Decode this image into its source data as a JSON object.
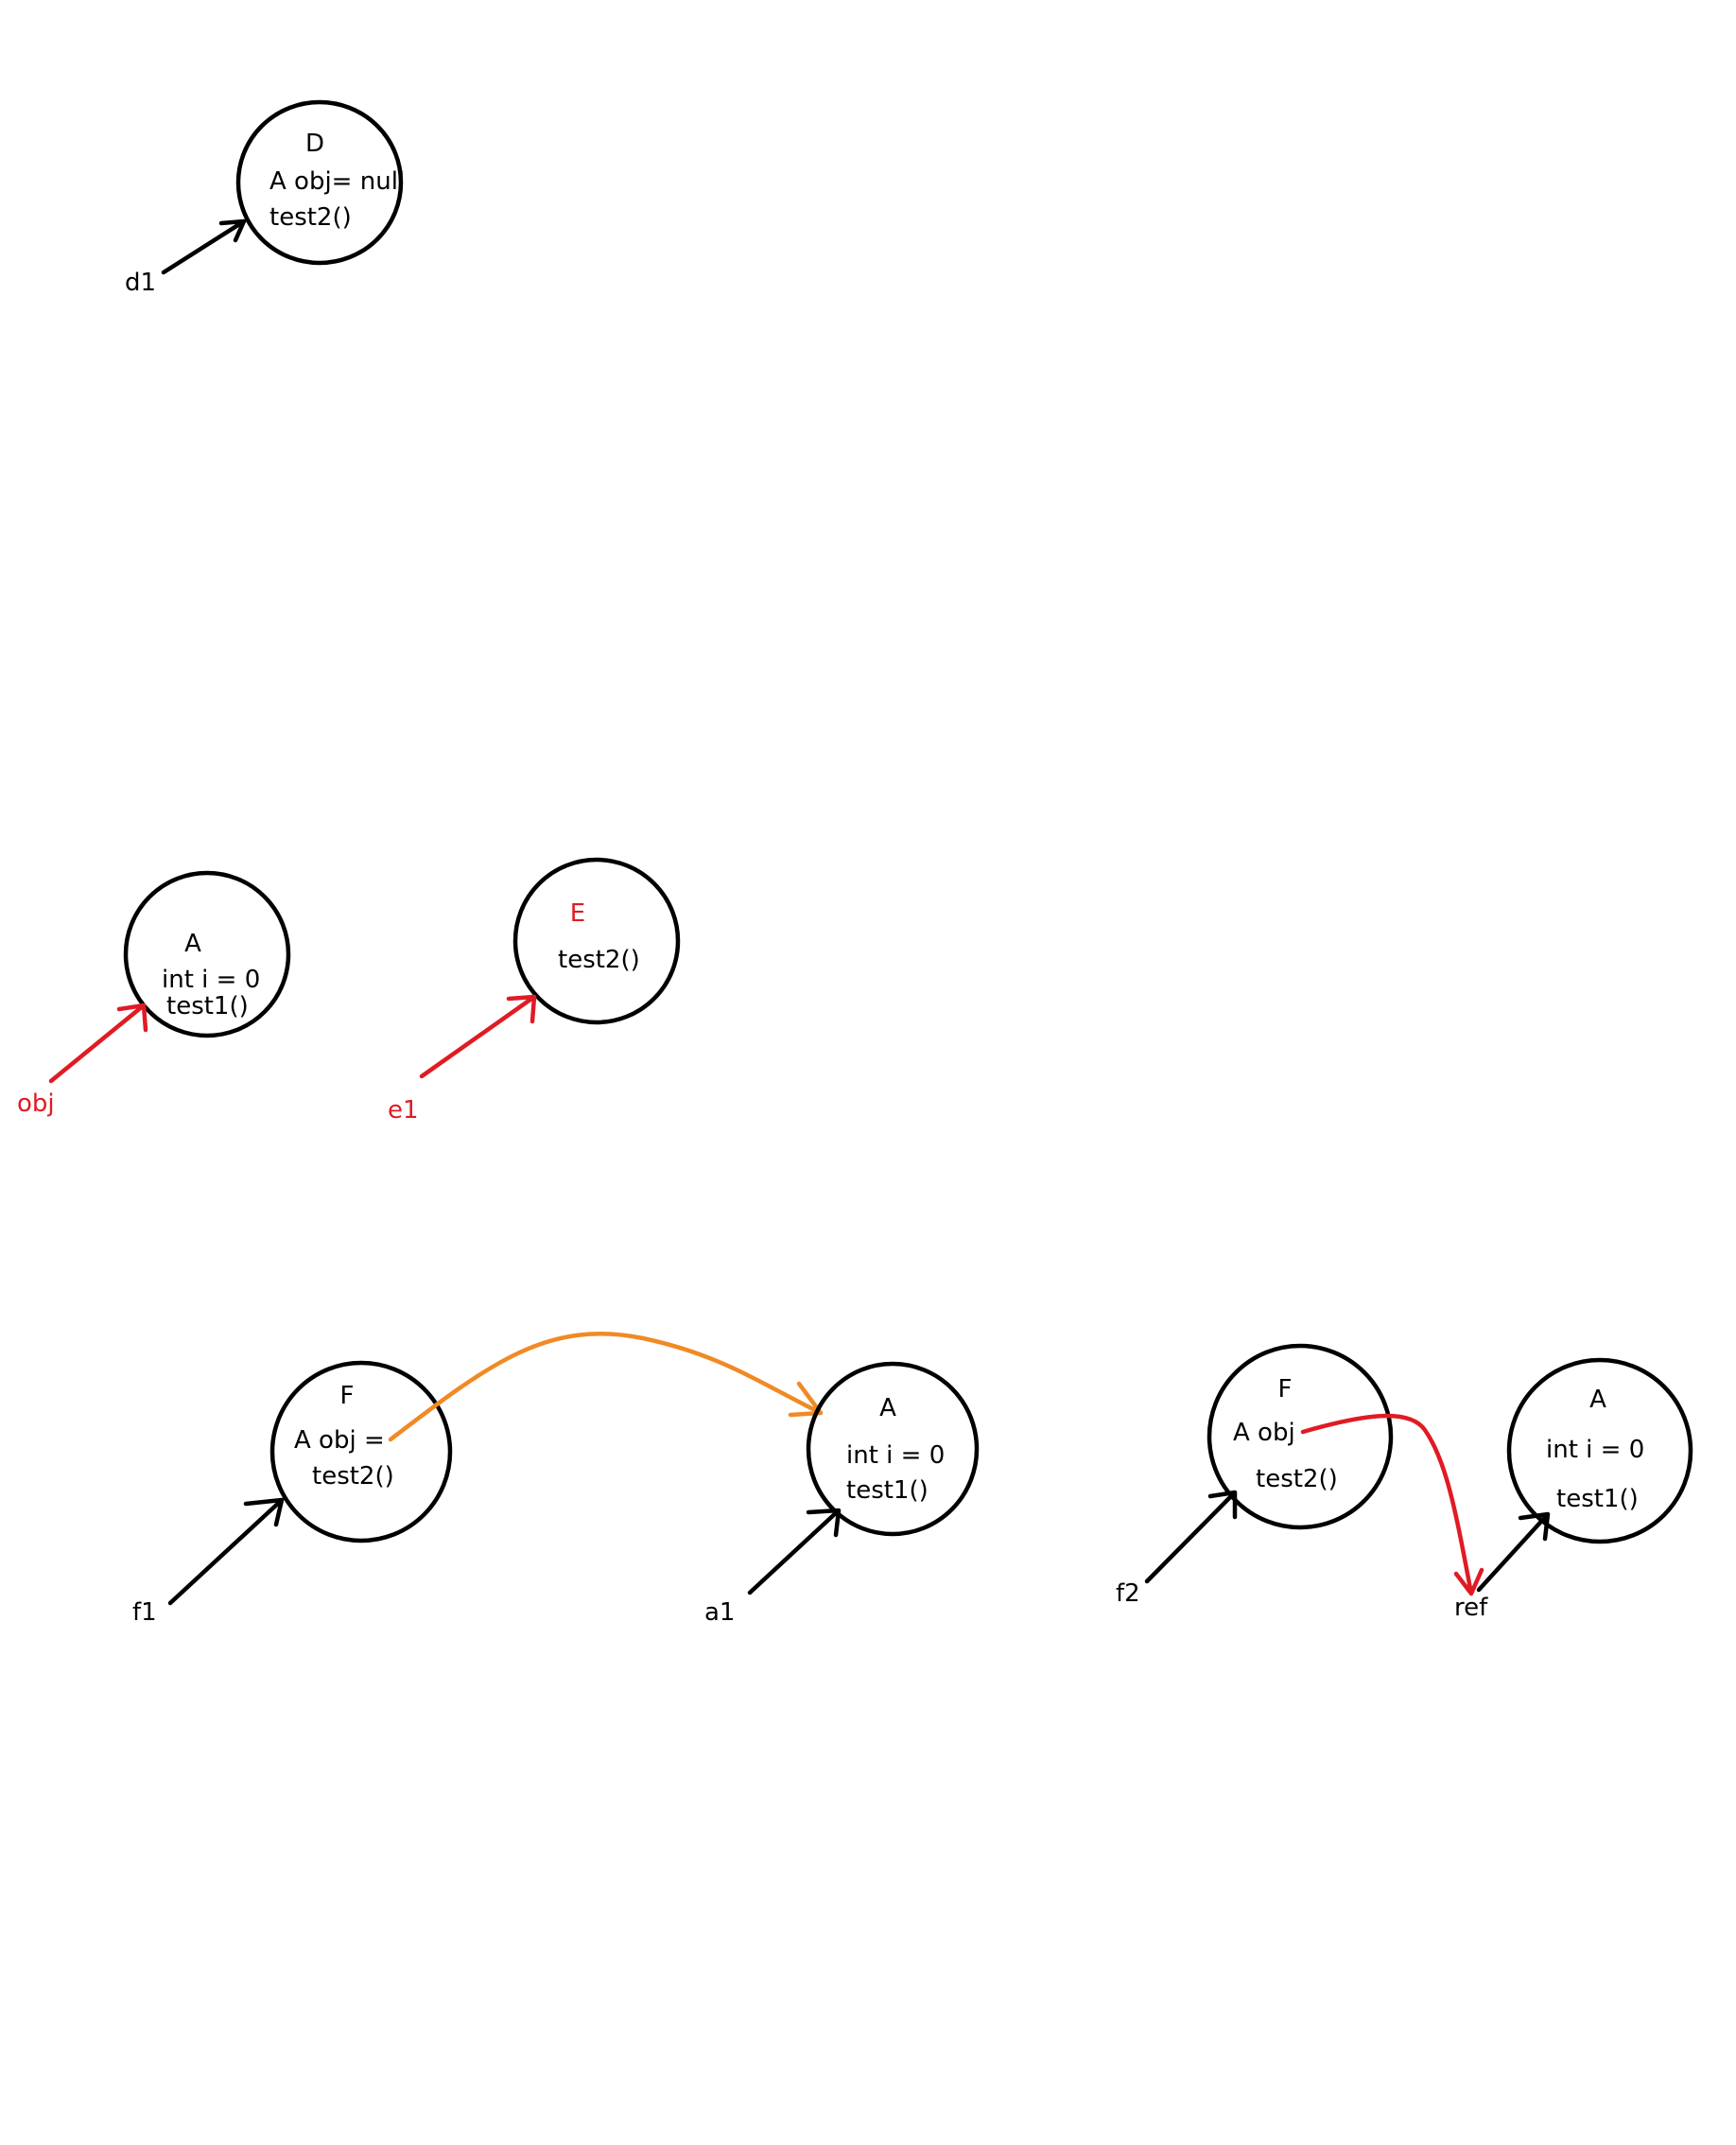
{
  "colors": {
    "black": "#000000",
    "red": "#e01b24",
    "orange": "#f08a24"
  },
  "objects": {
    "d": {
      "class_name": "D",
      "field": "A obj= null",
      "method": "test2()"
    },
    "a_top": {
      "class_name": "A",
      "field": "int i = 0",
      "method": "test1()"
    },
    "e": {
      "class_name": "E",
      "method": "test2()"
    },
    "f1_obj": {
      "class_name": "F",
      "field": "A obj =",
      "method": "test2()"
    },
    "a_mid": {
      "class_name": "A",
      "field": "int i = 0",
      "method": "test1()"
    },
    "f2_obj": {
      "class_name": "F",
      "field": "A obj",
      "method": "test2()"
    },
    "a_right": {
      "class_name": "A",
      "field": "int i = 0",
      "method": "test1()"
    }
  },
  "references": {
    "d1": "d1",
    "obj": "obj",
    "e1": "e1",
    "f1": "f1",
    "a1": "a1",
    "f2": "f2",
    "ref": "ref"
  }
}
